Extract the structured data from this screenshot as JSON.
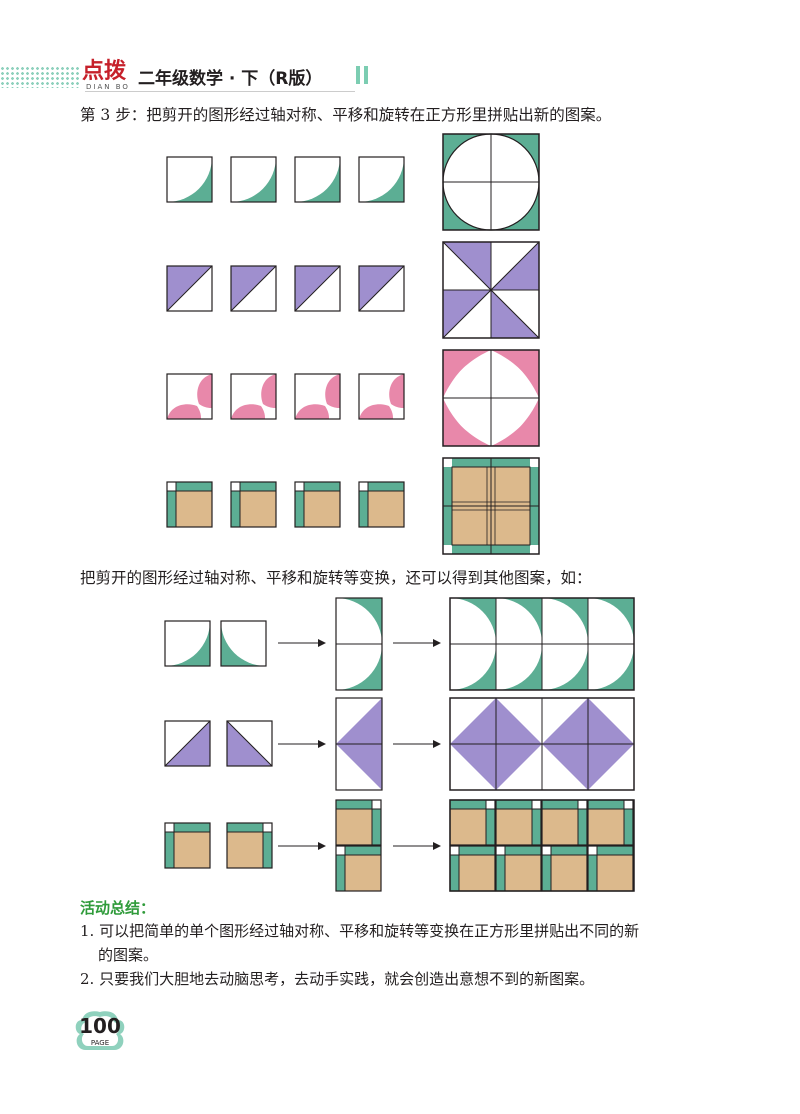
{
  "header": {
    "logo_text": "点拨",
    "logo_subtext": "DIAN BO",
    "book_title": "二年级数学 · 下（R版）"
  },
  "step3": {
    "text": "第 3 步：把剪开的图形经过轴对称、平移和旋转在正方形里拼贴出新的图案。"
  },
  "middle": {
    "text": "把剪开的图形经过轴对称、平移和旋转等变换，还可以得到其他图案，如："
  },
  "summary": {
    "title": "活动总结：",
    "item1_line1": "1. 可以把简单的单个图形经过轴对称、平移和旋转等变换在正方形里拼贴出不同的新",
    "item1_line2": "的图案。",
    "item2": "2. 只要我们大胆地去动脑思考，去动手实践，就会创造出意想不到的新图案。"
  },
  "page": {
    "number": "100",
    "label": "PAGE"
  },
  "colors": {
    "green": "#5cae94",
    "purple": "#9f8fce",
    "pink": "#e888aa",
    "tan": "#dcb98c",
    "summary_title": "#2f9b3a",
    "page_badge": "#8fd1bd"
  }
}
